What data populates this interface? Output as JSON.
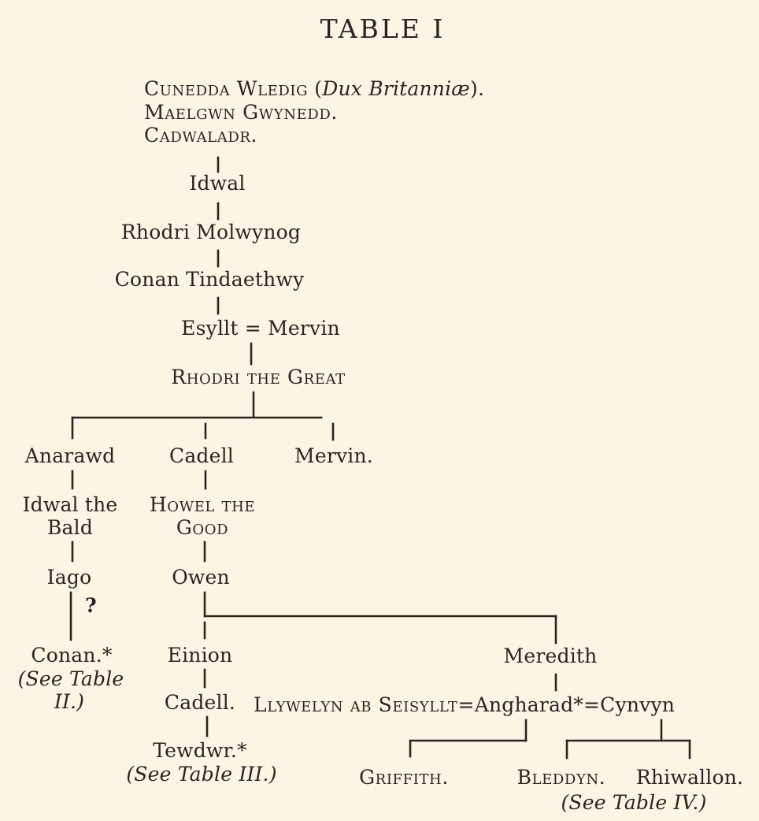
{
  "title": "TABLE I",
  "header": {
    "cunedda": "Cunedda Wledig",
    "cunedda_note_open": "(",
    "cunedda_note": "Dux Britanniæ",
    "cunedda_note_close": ").",
    "maelgwn": "Maelgwn Gwynedd.",
    "cadwaladr": "Cadwaladr."
  },
  "lineage": {
    "idwal": "Idwal",
    "rhodri_molwynog": "Rhodri Molwynog",
    "conan_tindaethwy": "Conan Tindaethwy",
    "esyllt_mervin": "Esyllt = Mervin",
    "rhodri_great": "Rhodri the Great"
  },
  "branch_anarawd": {
    "anarawd": "Anarawd",
    "idwal_bald_1": "Idwal the",
    "idwal_bald_2": "Bald",
    "iago": "Iago",
    "query": "?",
    "conan": "Conan.*",
    "see_table_ii_1": "(See Table",
    "see_table_ii_2": "II.)"
  },
  "branch_cadell": {
    "cadell": "Cadell",
    "howel_1": "Howel the",
    "howel_2": "Good",
    "owen": "Owen",
    "einion": "Einion",
    "cadell_2": "Cadell.",
    "tewdwr": "Tewdwr.*",
    "see_table_iii": "(See Table III.)"
  },
  "branch_mervin": {
    "mervin": "Mervin."
  },
  "branch_meredith": {
    "meredith": "Meredith",
    "llywelyn": "Llywelyn ab Seisyllt",
    "eq1": "=",
    "angharad": "Angharad*",
    "eq2": "=",
    "cynvyn": "Cynvyn",
    "griffith": "Griffith.",
    "bleddyn": "Bleddyn.",
    "rhiwallon": "Rhiwallon.",
    "see_table_iv": "(See Table IV.)"
  }
}
